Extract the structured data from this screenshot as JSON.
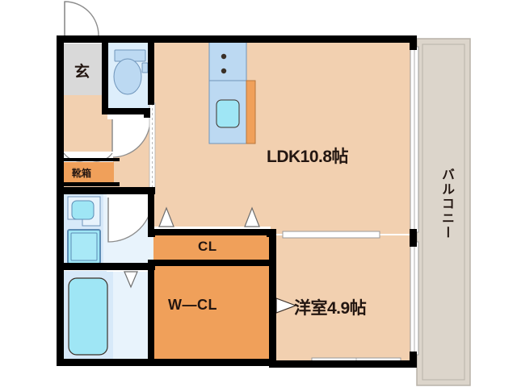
{
  "plan": {
    "type": "japanese-apartment-floor-plan",
    "rooms": [
      {
        "id": "ldk",
        "label": "LDK10.8帖",
        "name": "living-dining-kitchen",
        "area_jo": 10.8,
        "fill": "#f2d0b0"
      },
      {
        "id": "bedroom",
        "label": "洋室4.9帖",
        "name": "western-style-room",
        "area_jo": 4.9,
        "fill": "#f2d0b0"
      },
      {
        "id": "cl",
        "label": "CL",
        "name": "closet",
        "fill": "#f0a05a"
      },
      {
        "id": "wcl",
        "label": "W—CL",
        "name": "walk-in-closet",
        "fill": "#f0a05a"
      },
      {
        "id": "genkan",
        "label": "玄",
        "name": "entrance-tile",
        "fill": "#d9d9d9"
      },
      {
        "id": "shoebox",
        "label": "靴箱",
        "name": "shoe-box",
        "fill": "#f0a05a"
      },
      {
        "id": "balcony",
        "label": "バルコニー",
        "name": "balcony",
        "fill": "#dcd5cb"
      },
      {
        "id": "toilet",
        "label": "",
        "name": "toilet-room",
        "fill": "#ddeefb"
      },
      {
        "id": "washroom",
        "label": "",
        "name": "washroom-vanity",
        "fill": "#d7e9f9"
      },
      {
        "id": "bath",
        "label": "",
        "name": "bathroom-unit-bath",
        "fill": "#d7e9f9"
      },
      {
        "id": "hall",
        "label": "",
        "name": "hallway-corridor",
        "fill": "#f2d0b0"
      }
    ],
    "fixtures": [
      {
        "name": "toilet-bowl",
        "fill": "#bcd9f2"
      },
      {
        "name": "toilet-tank",
        "fill": "#bcd9f2"
      },
      {
        "name": "kitchen-stove",
        "fill": "#bcd9f2"
      },
      {
        "name": "kitchen-sink",
        "fill": "#9fe6f5"
      },
      {
        "name": "refrigerator-space",
        "fill": "#f0a05a"
      },
      {
        "name": "vanity-sink",
        "fill": "#9fe6f5"
      },
      {
        "name": "washing-machine-space",
        "fill": "#9fe6f5"
      },
      {
        "name": "bathtub",
        "fill": "#9fe6f5"
      }
    ],
    "colors": {
      "wall": "#000000",
      "room_beige": "#f2d0b0",
      "closet_orange": "#f0a05a",
      "water_blue": "#d7e9f9",
      "fixture_blue": "#bcd9f2",
      "fixture_cyan": "#9fe6f5",
      "genkan_gray": "#d9d9d9",
      "balcony_gray": "#dcd5cb",
      "text": "#231611",
      "background": "#ffffff"
    }
  }
}
